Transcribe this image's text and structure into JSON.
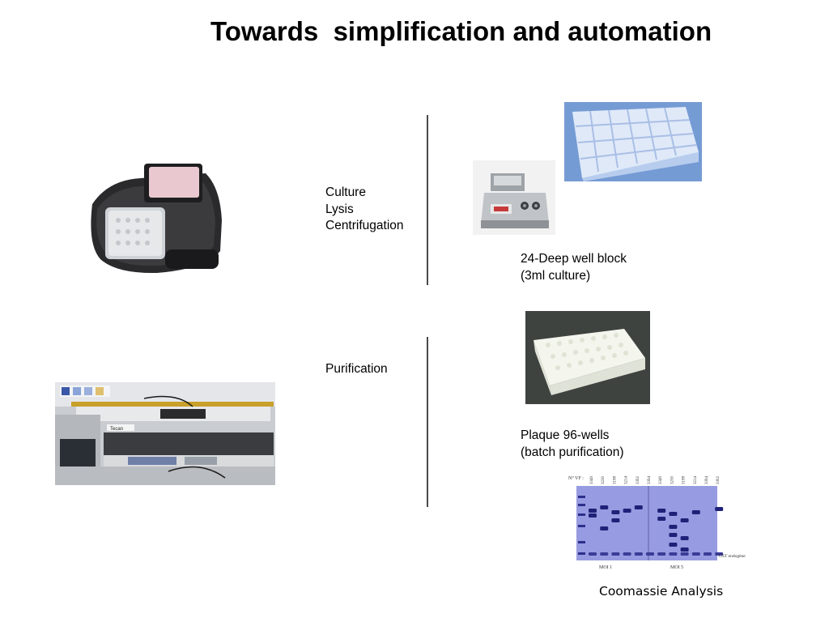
{
  "slide": {
    "title": "Towards  simplification and automation",
    "steps_top": [
      "Culture",
      "Lysis",
      "Centrifugation"
    ],
    "steps_bottom": [
      "Purification"
    ],
    "caption_deep_well": [
      "24-Deep well block",
      "(3ml culture)"
    ],
    "caption_plate96": [
      "Plaque 96-wells",
      "(batch purification)"
    ],
    "caption_gel": "Coomassie Analysis",
    "robot_screen_label": "Tecan"
  },
  "gel": {
    "header": "N° VF :",
    "lanes": [
      "3349",
      "3230",
      "3198",
      "3214",
      "3392",
      "3394",
      "3349",
      "3230",
      "3198",
      "3214",
      "3394",
      "3302"
    ],
    "group_labels": [
      "MOI 1",
      "MOI 5"
    ],
    "side_label": "GST endogène"
  }
}
